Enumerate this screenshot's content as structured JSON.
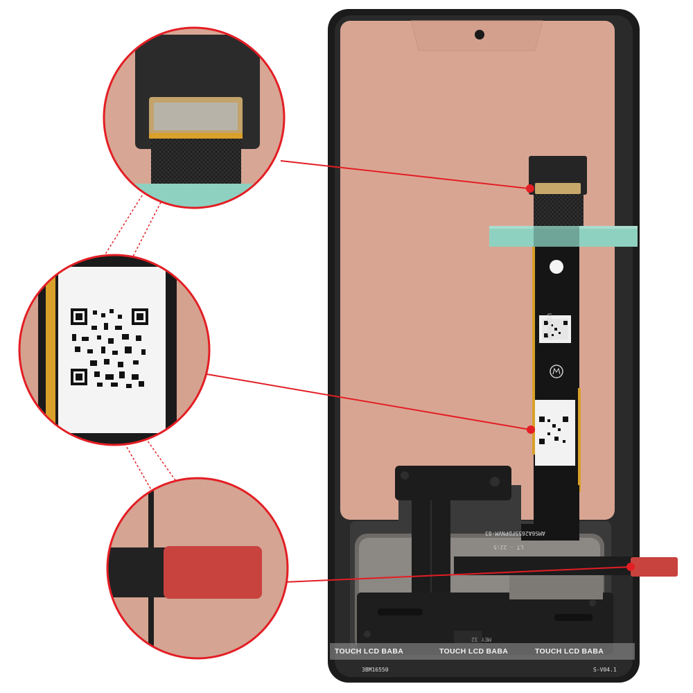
{
  "watermark": {
    "text": "TOUCH LCD BABA"
  },
  "labels": {
    "flex_code": "U23705JE",
    "panel_model": "AMS6A2655FDPNVM-83",
    "panel_date": "LT - 22:5",
    "bottom_left_code": "3BM16550",
    "bottom_right_code": "S-V04.1",
    "bracket_text": "MEY 32"
  },
  "callouts": [
    {
      "name": "connector-closeup",
      "subject": "FPC connector with gold contacts"
    },
    {
      "name": "qr-label-closeup",
      "subject": "QR code label on flex cable"
    },
    {
      "name": "red-tab-closeup",
      "subject": "red pull tab"
    }
  ],
  "colors": {
    "callout_ring": "#e31e24",
    "pointer_line": "#e31e24",
    "panel_back": "#d9a593",
    "frame": "#1b1b1b",
    "flex_cable": "#151515",
    "green_film": "#8fd1c0",
    "red_tab": "#c8423e",
    "gold_contact": "#c7a86b",
    "orange_edge": "#d9a02a"
  }
}
